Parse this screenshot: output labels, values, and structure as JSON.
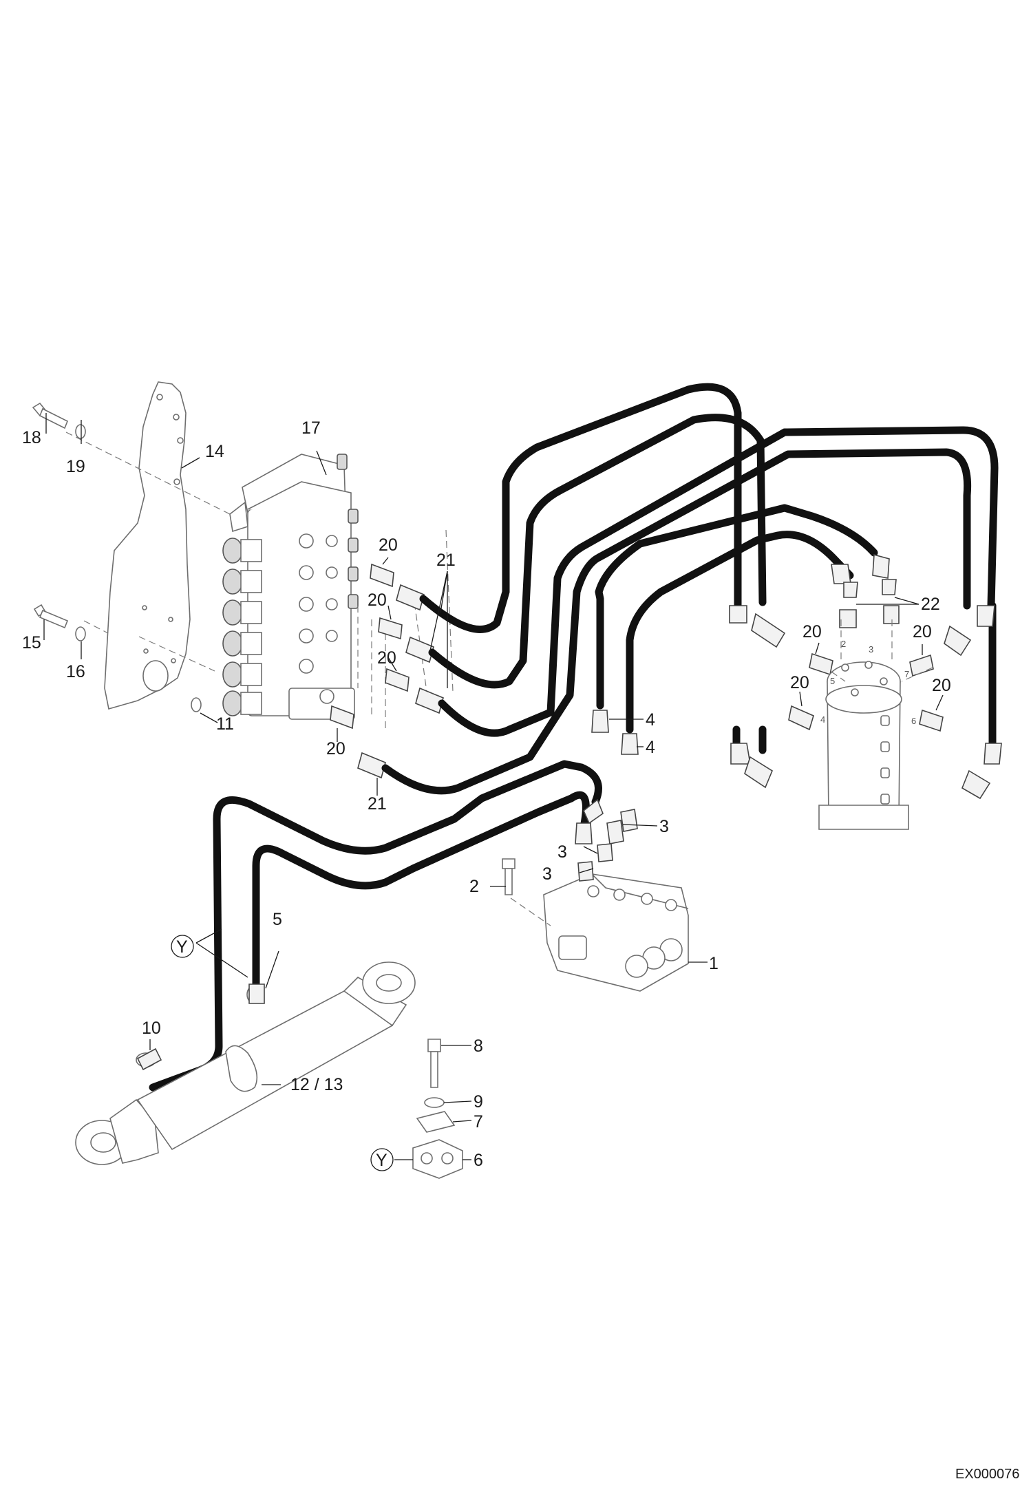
{
  "document_id": "EX000076",
  "callouts": {
    "c1": "1",
    "c2": "2",
    "c3a": "3",
    "c3b": "3",
    "c3c": "3",
    "c4a": "4",
    "c4b": "4",
    "c5": "5",
    "c6": "6",
    "c7": "7",
    "c8": "8",
    "c9": "9",
    "c10": "10",
    "c11": "11",
    "c1213": "12 / 13",
    "c14": "14",
    "c15": "15",
    "c16": "16",
    "c17": "17",
    "c18": "18",
    "c19": "19",
    "c20a": "20",
    "c20b": "20",
    "c20c": "20",
    "c20d": "20",
    "c20e": "20",
    "c20f": "20",
    "c20g": "20",
    "c20h": "20",
    "c21a": "21",
    "c21b": "21",
    "c22": "22",
    "cYa": "Y",
    "cYb": "Y"
  },
  "swivel_port_labels": {
    "p2": "2",
    "p3": "3",
    "p4": "4",
    "p5": "5",
    "p6": "6",
    "p7": "7"
  }
}
